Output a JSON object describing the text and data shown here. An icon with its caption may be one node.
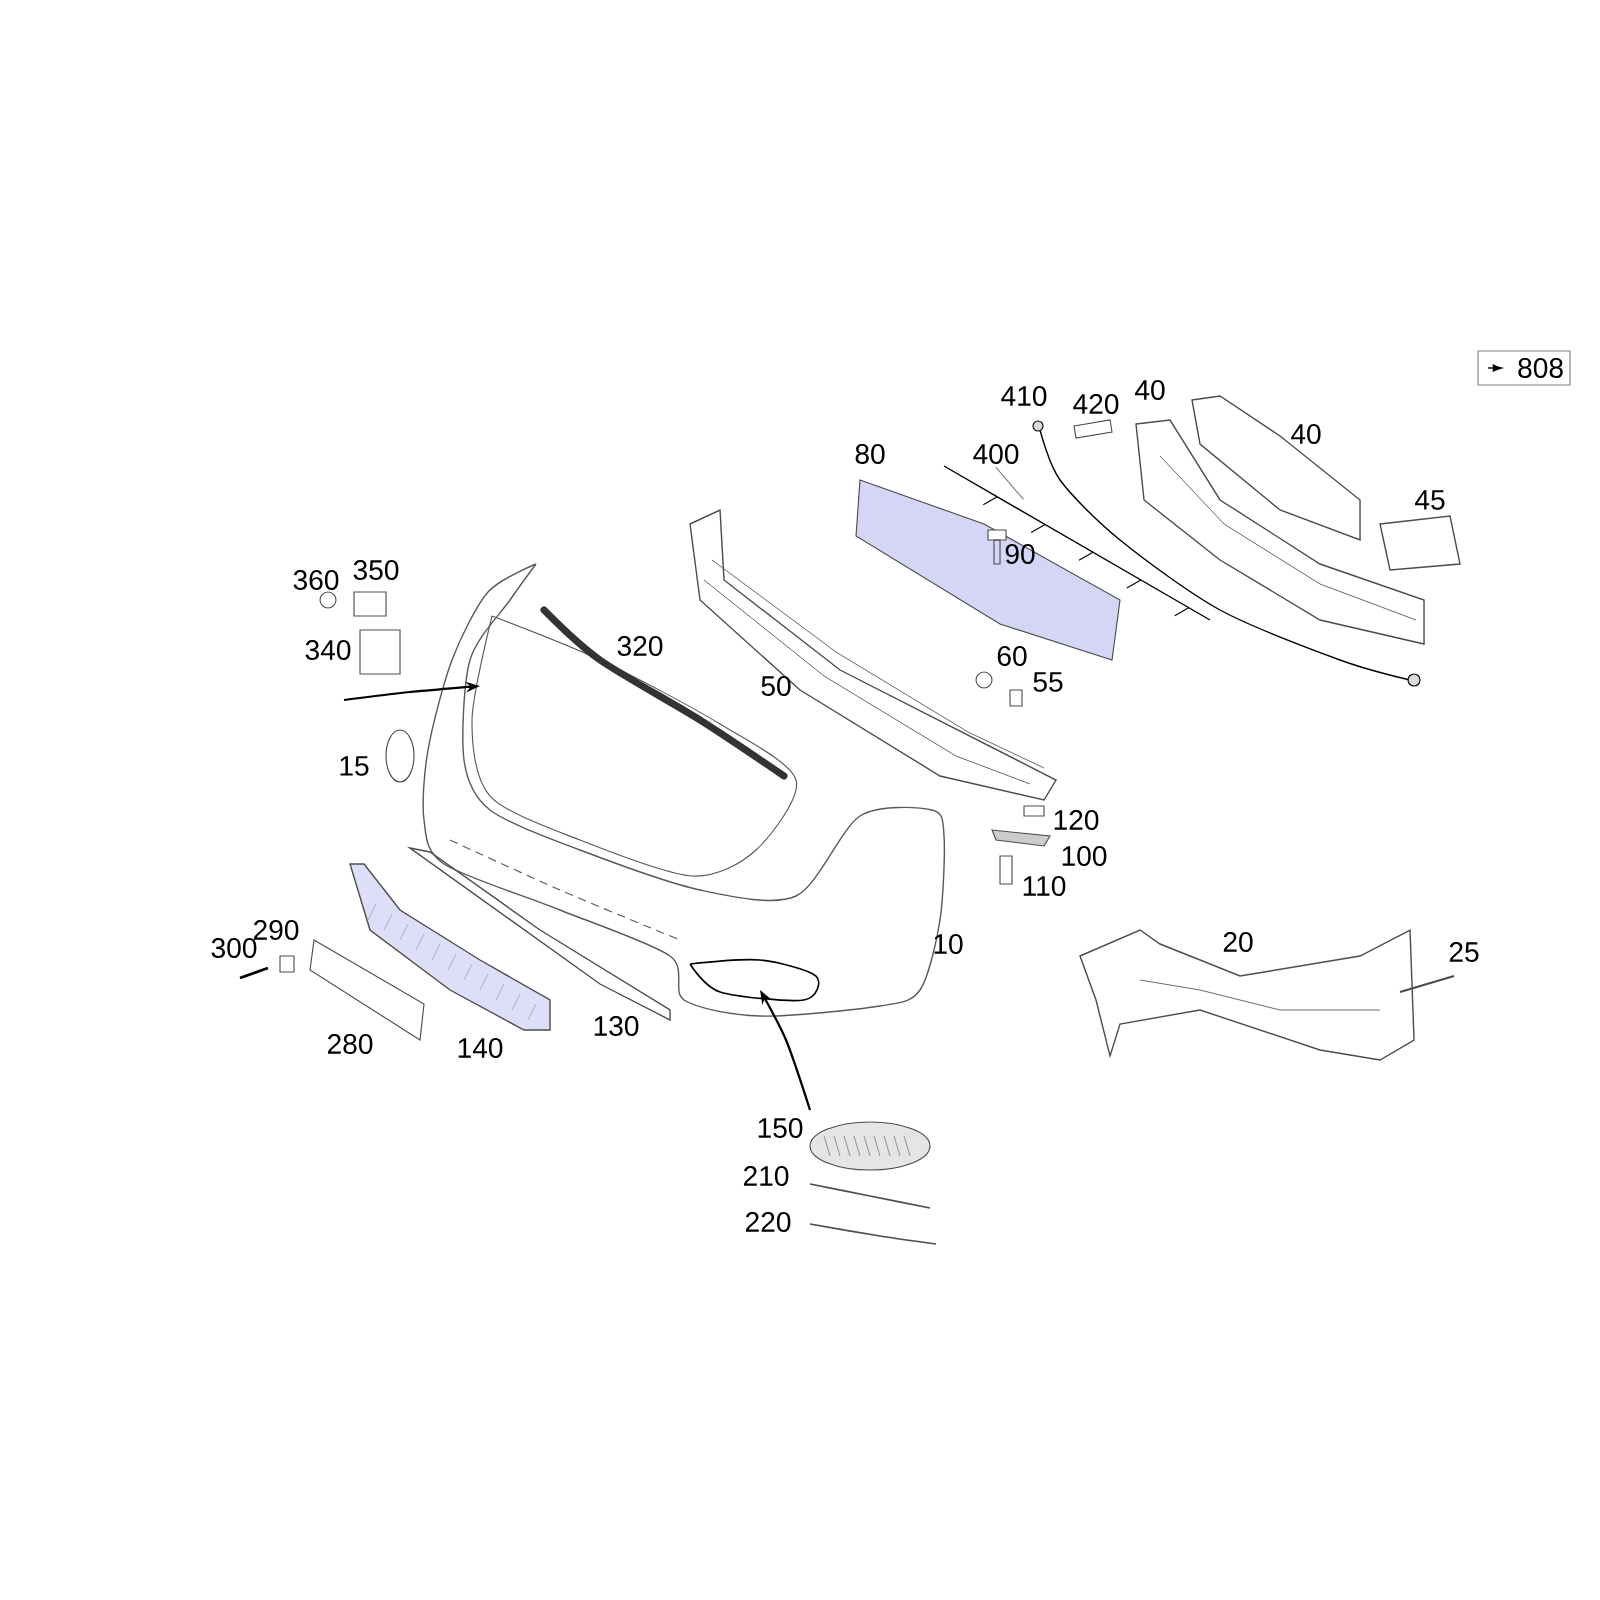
{
  "diagram": {
    "nodes": [
      {
        "text": [
          "808"
        ]
      },
      {
        "text": [
          "400"
        ]
      },
      {
        "text": [],
        "shape": "picture"
      }
    ],
    "edges": [
      {
        "from": 1,
        "to": 2,
        "arrow": "none"
      }
    ],
    "labels": [
      "410",
      "420",
      "40",
      "40",
      "80",
      "45",
      "90",
      "360",
      "350",
      "320",
      "340",
      "60",
      "55",
      "50",
      "15",
      "120",
      "100",
      "110",
      "290",
      "10",
      "20",
      "300",
      "25",
      "130",
      "280",
      "140",
      "150",
      "210",
      "220"
    ]
  }
}
